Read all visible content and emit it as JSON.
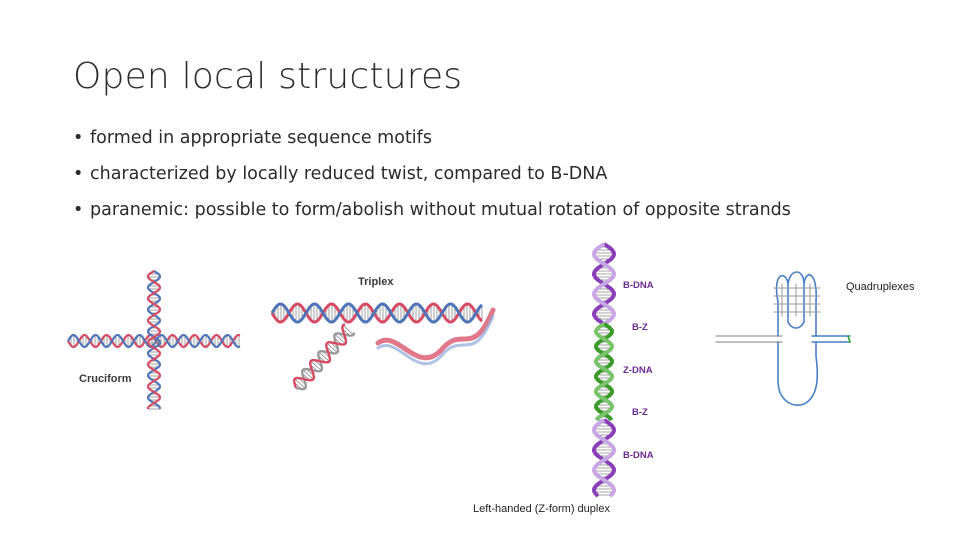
{
  "slide": {
    "title": "Open local structures",
    "bullets": [
      "formed in appropriate sequence motifs",
      "characterized by locally reduced twist, compared to B-DNA",
      "paranemic: possible to form/abolish without mutual rotation of opposite strands"
    ]
  },
  "figures": {
    "cruciform": {
      "label": "Cruciform"
    },
    "triplex": {
      "label": "Triplex"
    },
    "zdna": {
      "labels": [
        "B-DNA",
        "B-Z",
        "Z-DNA",
        "B-Z",
        "B-DNA"
      ],
      "caption": "Left-handed (Z-form) duplex"
    },
    "quadruplex": {
      "label": "Quadruplexes"
    }
  },
  "colors": {
    "strand_red": "#d64a63",
    "strand_blue": "#4f74b8",
    "bdna_purple": "#8a3fb8",
    "zdna_green": "#3a9a2a",
    "quadruplex_blue": "#4a7fc6"
  }
}
